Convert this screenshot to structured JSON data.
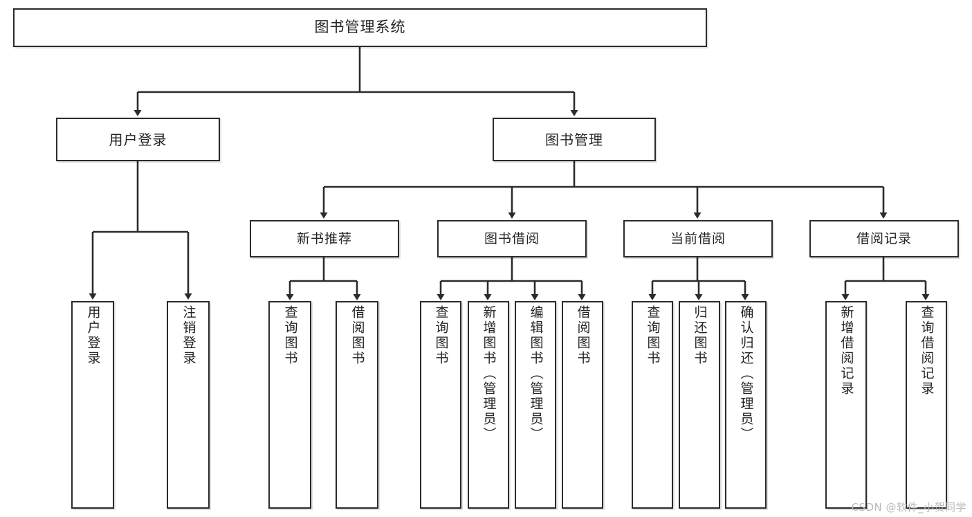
{
  "diagram": {
    "type": "tree",
    "title": "图书管理系统",
    "root": {
      "id": "root",
      "label": "图书管理系统"
    },
    "level1": [
      {
        "id": "user-login",
        "label": "用户登录"
      },
      {
        "id": "book-manage",
        "label": "图书管理"
      }
    ],
    "level2": [
      {
        "id": "new-book-rec",
        "label": "新书推荐",
        "parent": "book-manage"
      },
      {
        "id": "book-borrow",
        "label": "图书借阅",
        "parent": "book-manage"
      },
      {
        "id": "current-borrow",
        "label": "当前借阅",
        "parent": "book-manage"
      },
      {
        "id": "borrow-record",
        "label": "借阅记录",
        "parent": "book-manage"
      }
    ],
    "leaves": [
      {
        "id": "leaf-user-login",
        "label": "用户登录",
        "parent": "user-login"
      },
      {
        "id": "leaf-user-logout",
        "label": "注销登录",
        "parent": "user-login"
      },
      {
        "id": "leaf-query-book-1",
        "label": "查询图书",
        "parent": "new-book-rec"
      },
      {
        "id": "leaf-borrow-book-1",
        "label": "借阅图书",
        "parent": "new-book-rec"
      },
      {
        "id": "leaf-query-book-2",
        "label": "查询图书",
        "parent": "book-borrow"
      },
      {
        "id": "leaf-add-book",
        "label": "新增图书（管理员）",
        "parent": "book-borrow"
      },
      {
        "id": "leaf-edit-book",
        "label": "编辑图书（管理员）",
        "parent": "book-borrow"
      },
      {
        "id": "leaf-borrow-book-2",
        "label": "借阅图书",
        "parent": "book-borrow"
      },
      {
        "id": "leaf-query-book-3",
        "label": "查询图书",
        "parent": "current-borrow"
      },
      {
        "id": "leaf-return-book",
        "label": "归还图书",
        "parent": "current-borrow"
      },
      {
        "id": "leaf-confirm-return",
        "label": "确认归还（管理员）",
        "parent": "current-borrow"
      },
      {
        "id": "leaf-add-record",
        "label": "新增借阅记录",
        "parent": "borrow-record"
      },
      {
        "id": "leaf-query-record",
        "label": "查询借阅记录",
        "parent": "borrow-record"
      }
    ],
    "colors": {
      "stroke": "#2b2b2b",
      "fill": "#ffffff",
      "text": "#242424",
      "watermark": "#b9b9b9"
    }
  },
  "watermark": {
    "text": "CSDN @软件_小贺同学"
  }
}
